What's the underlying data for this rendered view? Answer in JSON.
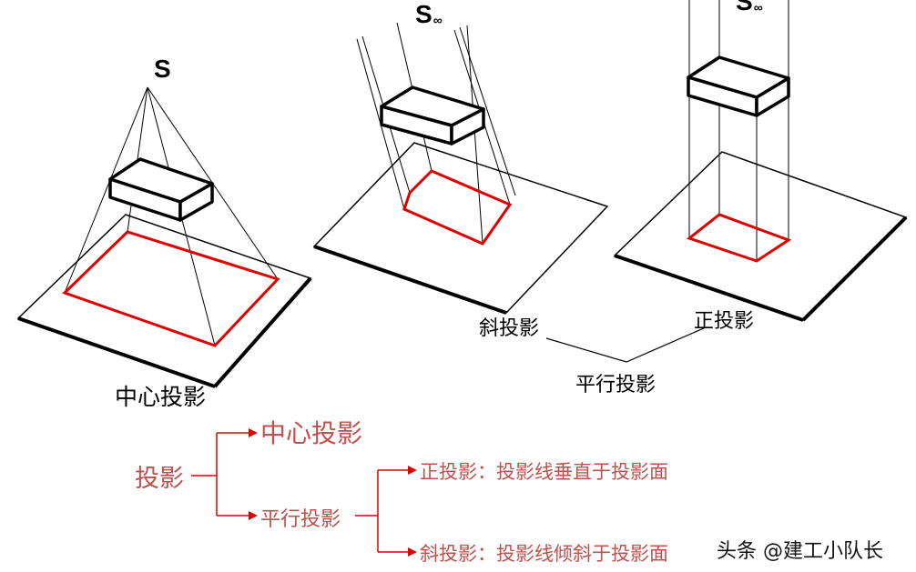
{
  "figures": {
    "central": {
      "source_label": "S",
      "caption": "中心投影"
    },
    "oblique": {
      "source_label": "S",
      "source_sub": "∞",
      "caption": "斜投影"
    },
    "orthographic": {
      "source_label": "S",
      "source_sub": "∞",
      "caption": "正投影"
    },
    "parallel_group_caption": "平行投影"
  },
  "tree": {
    "root": "投影",
    "central": "中心投影",
    "parallel": "平行投影",
    "orthographic": "正投影：投影线垂直于投影面",
    "oblique": "斜投影：投影线倾斜于投影面"
  },
  "watermark": "头条 @建工小队长",
  "colors": {
    "line": "#000000",
    "projection": "#e00000",
    "tree": "#c0504d"
  }
}
